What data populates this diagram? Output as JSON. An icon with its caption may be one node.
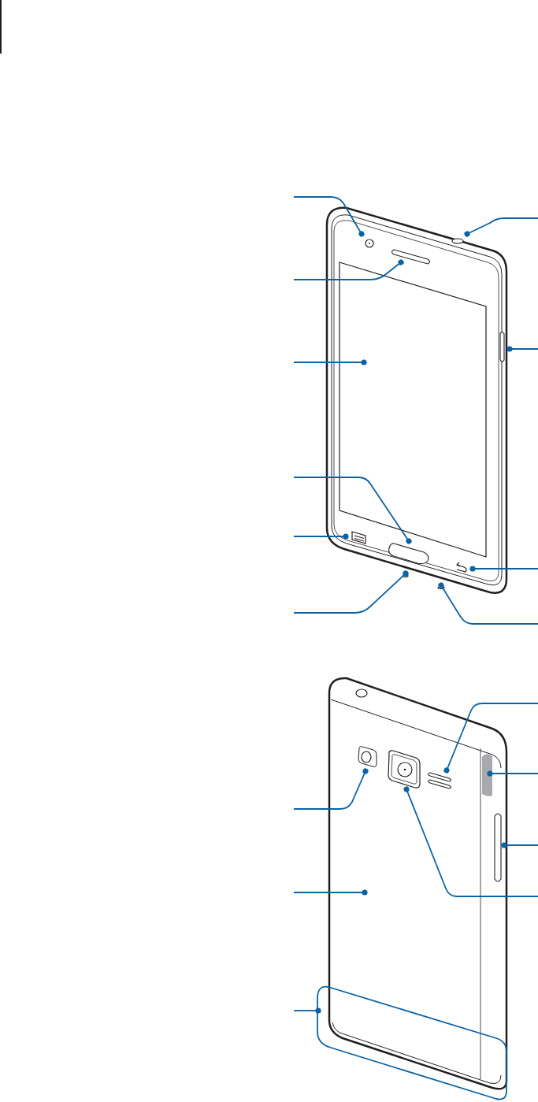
{
  "diagram": {
    "nodes": [
      {
        "text": [],
        "shape": "circle"
      },
      {
        "text": [],
        "shape": "circle"
      },
      {
        "text": [],
        "shape": "bar"
      },
      {
        "text": [],
        "shape": "bar"
      },
      {
        "text": [],
        "shape": "box"
      },
      {
        "text": [],
        "shape": "box"
      },
      {
        "text": [],
        "shape": "bar"
      },
      {
        "text": [],
        "shape": "box"
      },
      {
        "text": [],
        "shape": "circle"
      },
      {
        "text": [],
        "shape": "circle"
      },
      {
        "text": [],
        "shape": "box"
      },
      {
        "text": [],
        "shape": "bar",
        "in": 10
      },
      {
        "text": [],
        "shape": "circle",
        "in": 10
      },
      {
        "text": [],
        "shape": "bar",
        "in": 10
      },
      {
        "text": [],
        "shape": "circle",
        "in": 10
      },
      {
        "text": [],
        "shape": "bar",
        "in": 10
      },
      {
        "text": [],
        "shape": "box"
      }
    ],
    "edges": [
      {
        "from": null,
        "to": 0,
        "arrow": "other"
      },
      {
        "from": null,
        "to": 1,
        "arrow": "other"
      },
      {
        "from": null,
        "to": 2,
        "arrow": "other"
      },
      {
        "from": null,
        "to": 3,
        "arrow": "other"
      },
      {
        "from": null,
        "to": 4,
        "arrow": "other"
      },
      {
        "from": null,
        "to": 5,
        "arrow": "other"
      },
      {
        "from": null,
        "to": 6,
        "arrow": "other"
      },
      {
        "from": null,
        "to": 7,
        "arrow": "other"
      },
      {
        "from": null,
        "to": 8,
        "arrow": "other"
      },
      {
        "from": null,
        "to": 9,
        "arrow": "other"
      },
      {
        "from": null,
        "to": 10,
        "arrow": "other"
      },
      {
        "from": null,
        "to": 11,
        "arrow": "other"
      },
      {
        "from": null,
        "to": 12,
        "arrow": "other"
      },
      {
        "from": null,
        "to": 13,
        "arrow": "other"
      },
      {
        "from": null,
        "to": 14,
        "arrow": "other"
      },
      {
        "from": null,
        "to": 15,
        "arrow": "other"
      },
      {
        "from": null,
        "to": 16,
        "arrow": "other"
      }
    ]
  }
}
